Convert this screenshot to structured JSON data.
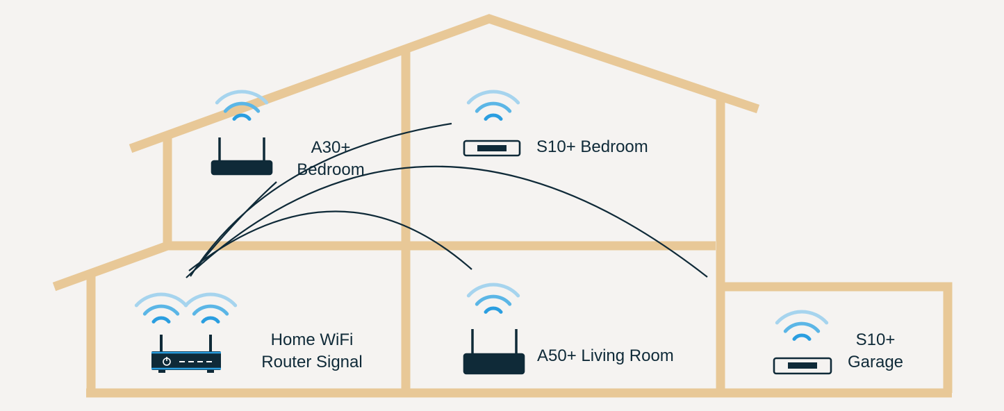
{
  "colors": {
    "background": "#f5f3f1",
    "house": "#e8c897",
    "link": "#0f2a38",
    "wave_light": "#a6d4ee",
    "wave_mid": "#5bb6e6",
    "wave_strong": "#2a9ee0",
    "device_outline": "#0f2a38",
    "router_body": "#0f2a38",
    "router_accent": "#2a9ee0"
  },
  "devices": [
    {
      "id": "router",
      "icon": "home-router-icon",
      "label_lines": [
        "Home WiFi",
        "Router Signal"
      ]
    },
    {
      "id": "a30",
      "icon": "extender-antenna-icon",
      "label_lines": [
        "A30+",
        "Bedroom"
      ]
    },
    {
      "id": "s10-bed",
      "icon": "extender-plug-icon",
      "label_lines": [
        "S10+ Bedroom"
      ]
    },
    {
      "id": "a50",
      "icon": "extender-antenna-icon",
      "label_lines": [
        "A50+ Living Room"
      ]
    },
    {
      "id": "s10-gar",
      "icon": "extender-plug-icon",
      "label_lines": [
        "S10+",
        "Garage"
      ]
    }
  ],
  "connections": [
    {
      "from": "router",
      "to": "a30"
    },
    {
      "from": "router",
      "to": "s10-bed"
    },
    {
      "from": "router",
      "to": "a50"
    },
    {
      "from": "router",
      "to": "s10-gar"
    }
  ]
}
